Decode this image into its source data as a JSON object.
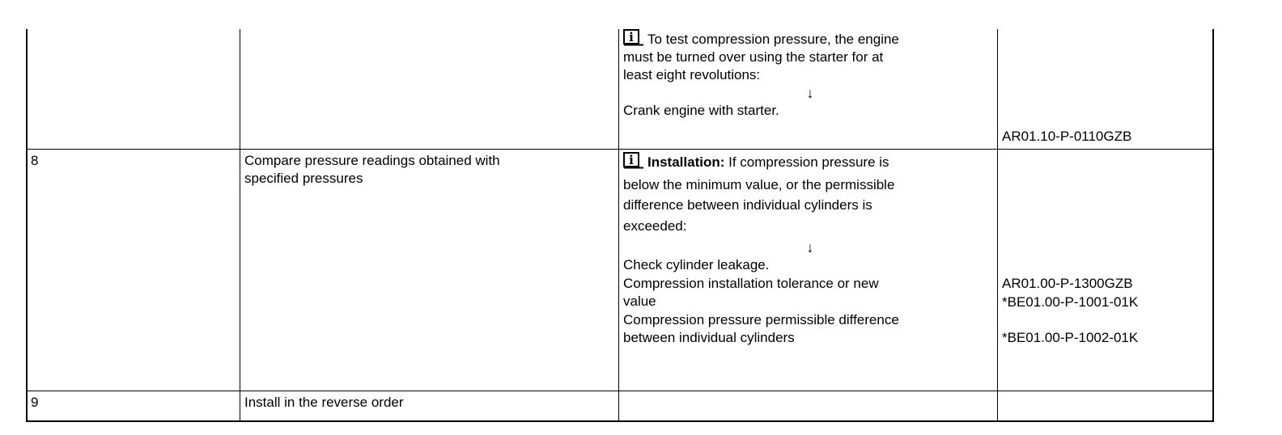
{
  "rows": [
    {
      "step": "",
      "action": "",
      "notes": {
        "line1": "To test compression pressure, the engine",
        "line2": "must be turned over using the starter for at",
        "line3": "least eight revolutions:",
        "arrow": "↓",
        "instruction": "Crank engine with starter."
      },
      "refs": [
        "AR01.10-P-0110GZB"
      ]
    },
    {
      "step": "8",
      "action_line1": "Compare pressure readings obtained with",
      "action_line2": "specified pressures",
      "notes": {
        "label": "Installation:",
        "line1": "If compression pressure is",
        "line2": "below the minimum value, or the permissible",
        "line3": "difference between individual cylinders is",
        "line4": "exceeded:",
        "arrow": "↓",
        "item1": "Check cylinder leakage.",
        "item2_line1": "Compression installation tolerance or new",
        "item2_line2": "value",
        "item3_line1": "Compression pressure permissible difference",
        "item3_line2": "between individual cylinders"
      },
      "refs": [
        "AR01.00-P-1300GZB",
        "*BE01.00-P-1001-01K",
        "*BE01.00-P-1002-01K"
      ]
    },
    {
      "step": "9",
      "action": "Install in the reverse order",
      "notes": "",
      "refs": []
    }
  ],
  "icons": {
    "info": "info-icon"
  }
}
